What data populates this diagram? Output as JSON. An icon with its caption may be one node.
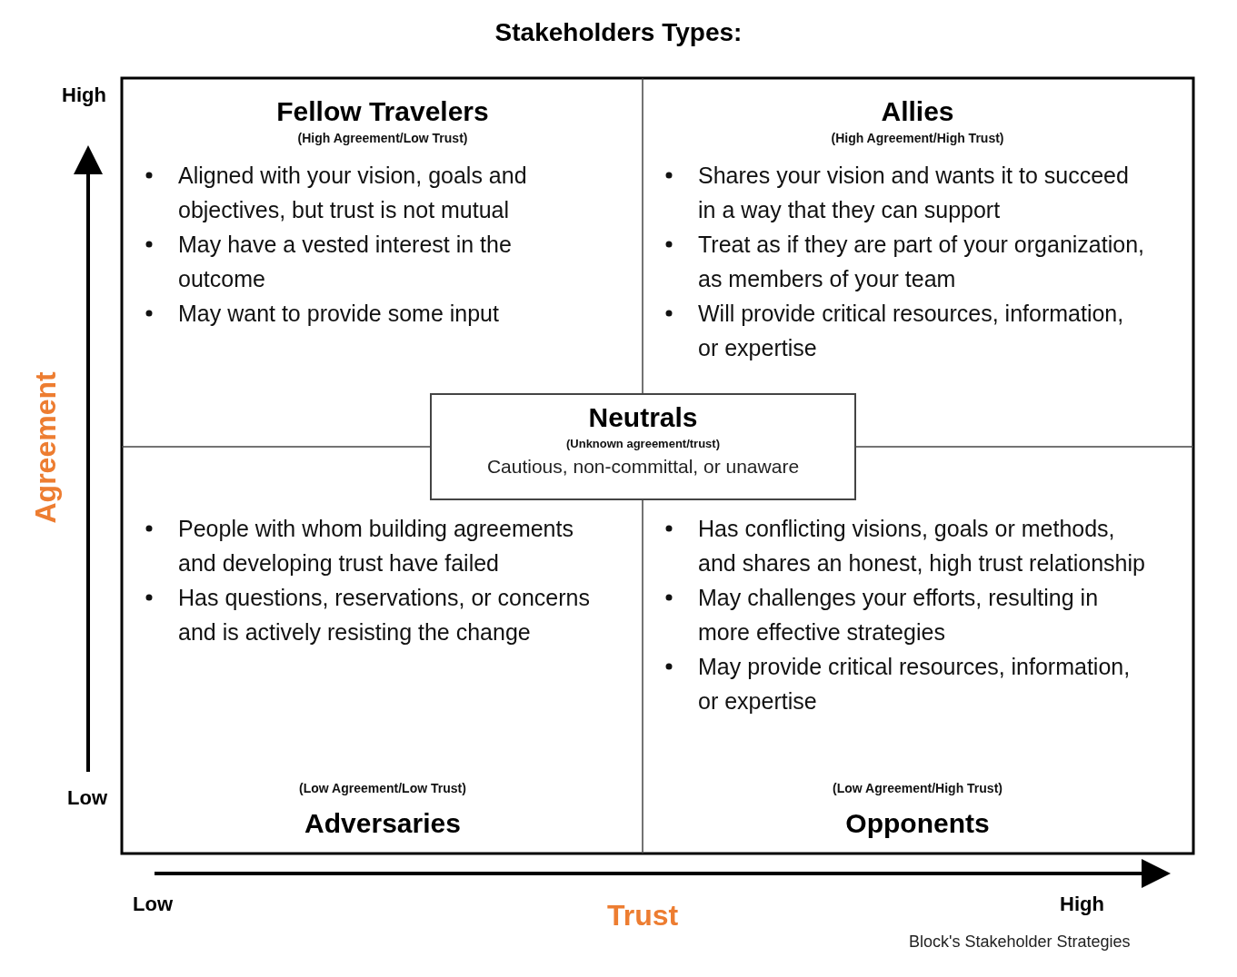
{
  "diagram": {
    "title": "Stakeholders Types:",
    "caption": "Block's Stakeholder Strategies",
    "nodes": [
      {
        "text": [
          "Fellow Travelers",
          "(High Agreement/Low Trust)",
          "Aligned with your vision, goals and objectives, but trust is not mutual",
          "May have a vested interest in the outcome",
          "May want to provide some input"
        ]
      },
      {
        "text": [
          "Allies",
          "(High Agreement/High Trust)",
          "Shares your vision and wants it to succeed in a way that they can support",
          "Treat as if they are part of your organization, as members of your team",
          "Will provide critical resources, information, or expertise"
        ]
      },
      {
        "text": [
          "People with whom building agreements and developing trust have failed",
          "Has questions, reservations, or concerns and is actively resisting the change",
          "(Low Agreement/Low Trust)",
          "Adversaries"
        ]
      },
      {
        "text": [
          "Has conflicting visions, goals or methods, and shares an honest, high trust relationship",
          "May challenges your efforts, resulting in more effective strategies",
          "May provide critical resources, information, or expertise",
          "(Low Agreement/High Trust)",
          "Opponents"
        ]
      },
      {
        "text": [
          "Neutrals",
          "(Unknown agreement/trust)",
          "Cautious, non-committal, or unaware"
        ]
      }
    ],
    "edges": [],
    "labels": [
      "High",
      "Agreement",
      "Low",
      "Low",
      "Trust",
      "High"
    ]
  }
}
